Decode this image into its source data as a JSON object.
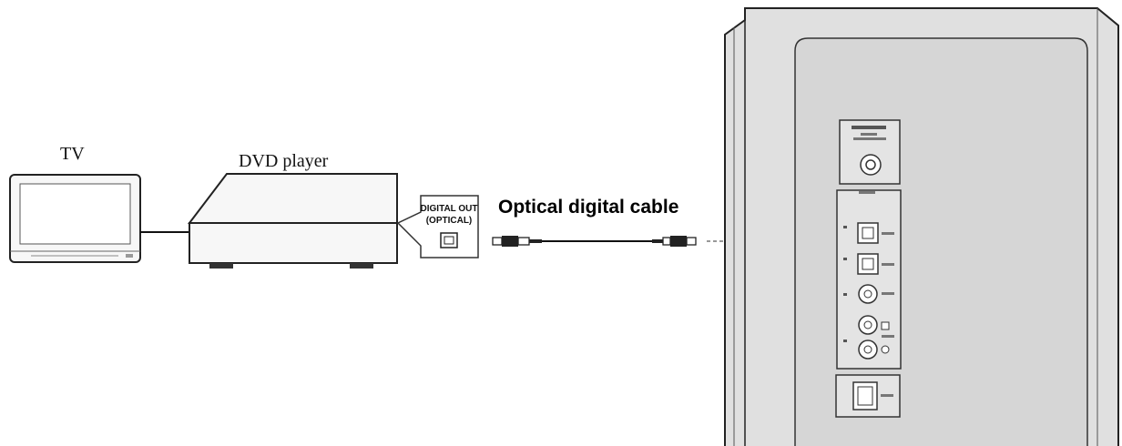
{
  "labels": {
    "tv": "TV",
    "dvd": "DVD player",
    "cable": "Optical digital cable",
    "port_line1": "DIGITAL OUT",
    "port_line2": "(OPTICAL)"
  },
  "colors": {
    "background": "#ffffff",
    "device_fill": "#f7f7f7",
    "panel_fill": "#d9d9d9",
    "panel_inner": "#cfcfcf",
    "outline": "#222222",
    "cable": "#111111"
  }
}
